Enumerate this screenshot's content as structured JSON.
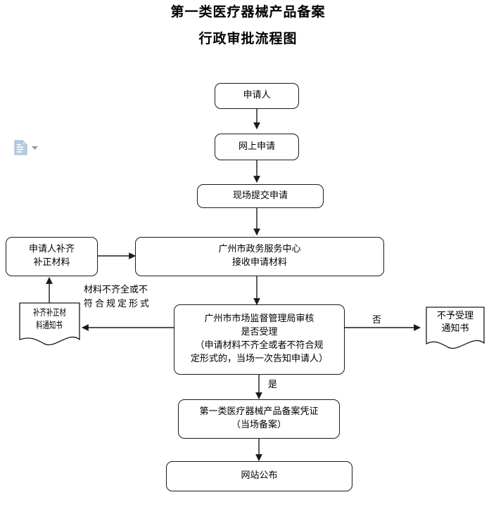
{
  "document": {
    "title_line1": "第一类医疗器械产品备案",
    "title_line2": "行政审批流程图",
    "background_color": "#ffffff",
    "stroke_color": "#1a1a1a",
    "text_color": "#000000"
  },
  "smart_tag": {
    "icon_name": "paste-options-icon",
    "icon_color": "#b8cce4",
    "arrow_color": "#808080"
  },
  "nodes": {
    "applicant": {
      "label": "申请人",
      "shape": "rounded-rect"
    },
    "online_application": {
      "label": "网上申请",
      "shape": "rounded-rect"
    },
    "onsite_submit": {
      "label": "现场提交申请",
      "shape": "rounded-rect"
    },
    "service_center": {
      "line1": "广州市政务服务中心",
      "line2": "接收申请材料",
      "shape": "rounded-rect"
    },
    "applicant_supplement": {
      "line1": "申请人补齐",
      "line2": "补正材料",
      "shape": "rounded-rect"
    },
    "supplement_notice": {
      "line1": "补齐补正材",
      "line2": "料通知书",
      "full_text": "补齐补正材料通知书",
      "shape": "document"
    },
    "review_decision": {
      "line1": "广州市市场监督管理局审核",
      "line2": "是否受理",
      "line3": "（申请材料不齐全或者不符合规",
      "line4": "定形式的，当场一次告知申请人）",
      "shape": "rounded-rect"
    },
    "rejection_notice": {
      "line1": "不予受理",
      "line2": "通知书",
      "full_text": "不予受理通知书",
      "shape": "document"
    },
    "filing_certificate": {
      "line1": "第一类医疗器械产品备案凭证",
      "line2": "（当场备案）",
      "shape": "rounded-rect"
    },
    "website_publish": {
      "label": "网站公布",
      "shape": "rounded-rect"
    }
  },
  "edge_labels": {
    "incomplete_line1": "材料不齐全或不",
    "incomplete_line2": "符合规定形式",
    "no_branch": "否",
    "yes_branch": "是"
  }
}
